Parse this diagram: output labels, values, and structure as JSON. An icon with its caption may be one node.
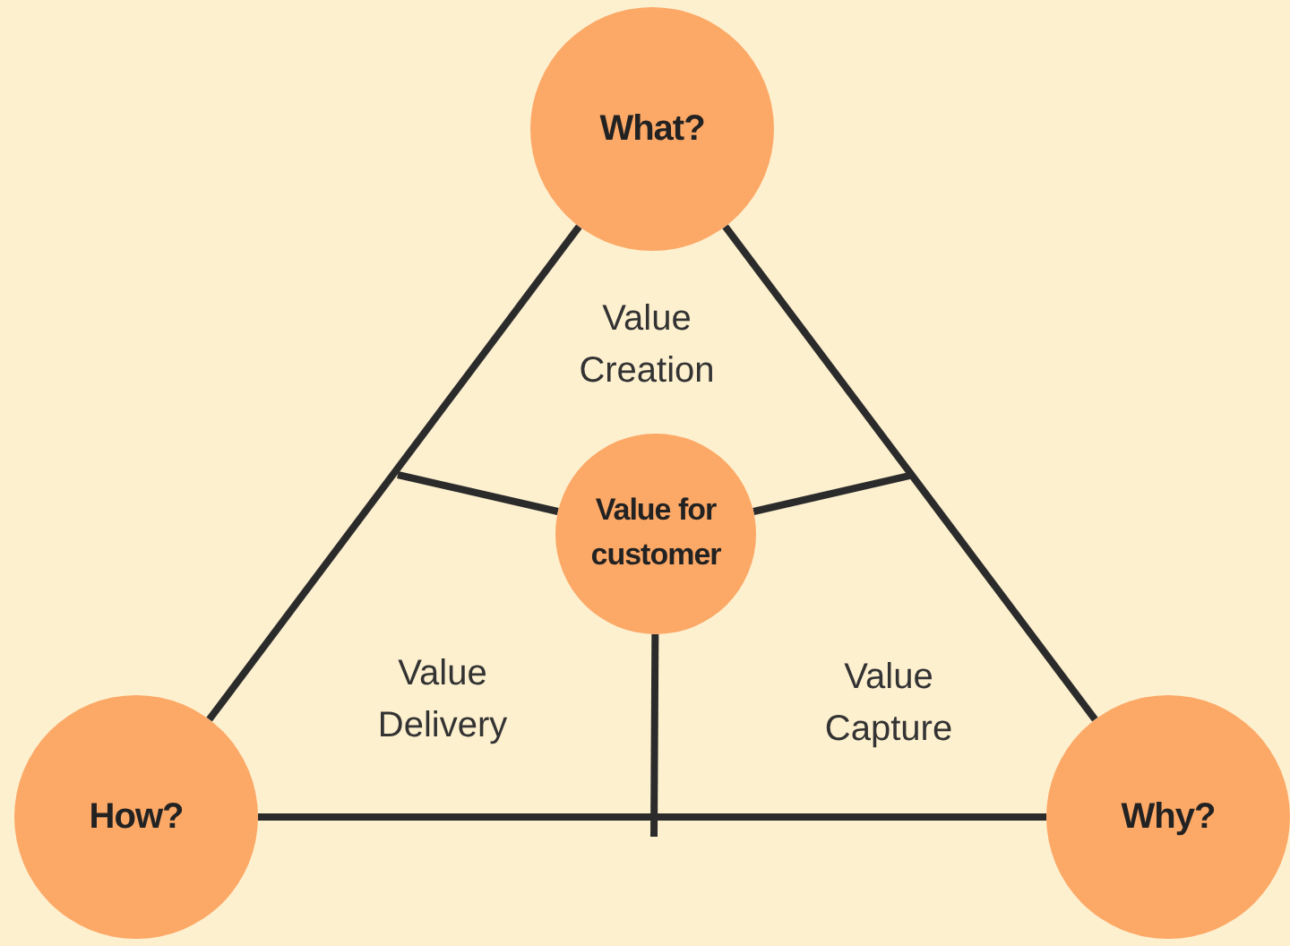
{
  "diagram": {
    "nodes": [
      {
        "text": [
          "What?"
        ]
      },
      {
        "text": [
          "Value for customer"
        ]
      },
      {
        "text": [
          "How?"
        ]
      },
      {
        "text": [
          "Why?"
        ]
      }
    ],
    "edges": [
      {
        "from": 0,
        "to": 2,
        "arrow": "none"
      },
      {
        "from": 0,
        "to": 3,
        "arrow": "none"
      },
      {
        "from": 2,
        "to": 3,
        "arrow": "none"
      },
      {
        "from": 1,
        "to": null,
        "arrow": "none"
      },
      {
        "from": 1,
        "to": null,
        "arrow": "none"
      },
      {
        "from": 1,
        "to": null,
        "arrow": "none"
      }
    ],
    "labels": [
      "Value Creation",
      "Value Delivery",
      "Value Capture"
    ]
  }
}
